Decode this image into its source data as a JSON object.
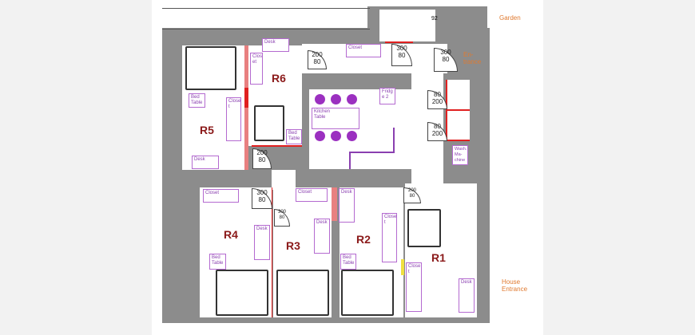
{
  "rooms": [
    "R1",
    "R2",
    "R3",
    "R4",
    "R5",
    "R6"
  ],
  "exterior": {
    "garden": "Garden",
    "entrance": "En-\ntrance",
    "house_entrance": "House\nEntrance"
  },
  "labels": {
    "desk": "Desk",
    "closet": "Closet",
    "clos_et": "Clos\net",
    "close_t": "Close\nt",
    "bed_table": "Bed\nTable",
    "kitchen_table": "Kitchen\nTable",
    "fridge": "Fridg\ne 2",
    "wash_machine": "Wash.\nMa-\nchine"
  },
  "doors": {
    "d200_80": "200\n80",
    "d300_80": "300\n80",
    "d80_200": "80\n200",
    "d92": "92"
  },
  "colors": {
    "wall": "#8c8c8c",
    "label": "#b46ad0",
    "room_name": "#8b1a1a",
    "exterior": "#e07a30",
    "accent_red": "#e02020"
  }
}
